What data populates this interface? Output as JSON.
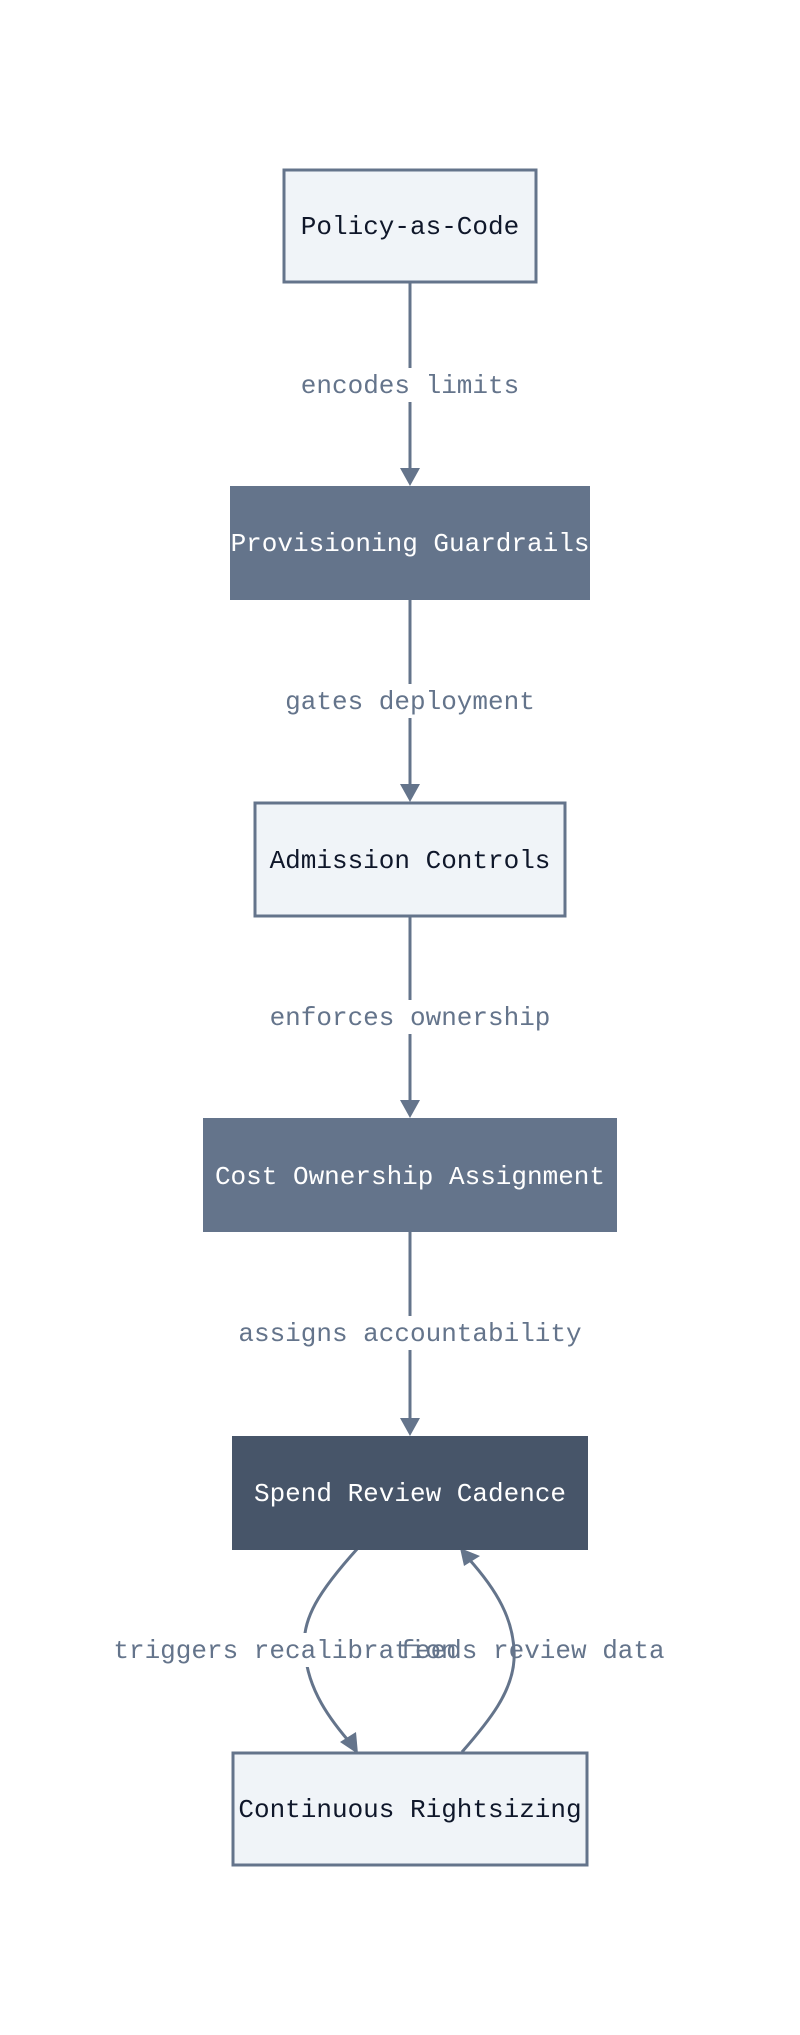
{
  "nodes": {
    "policy": "Policy-as-Code",
    "guardrails": "Provisioning Guardrails",
    "admission": "Admission Controls",
    "ownership": "Cost Ownership Assignment",
    "review": "Spend Review Cadence",
    "rightsizing": "Continuous Rightsizing"
  },
  "edges": {
    "policy_to_guardrails": "encodes limits",
    "guardrails_to_admission": "gates deployment",
    "admission_to_ownership": "enforces ownership",
    "ownership_to_review": "assigns accountability",
    "review_to_rightsizing": "triggers recalibration",
    "rightsizing_to_review": "feeds review data"
  },
  "colors": {
    "light_node": "#f0f4f8",
    "mid_node": "#64748b",
    "dark_node": "#475569",
    "edge": "#64748b"
  }
}
